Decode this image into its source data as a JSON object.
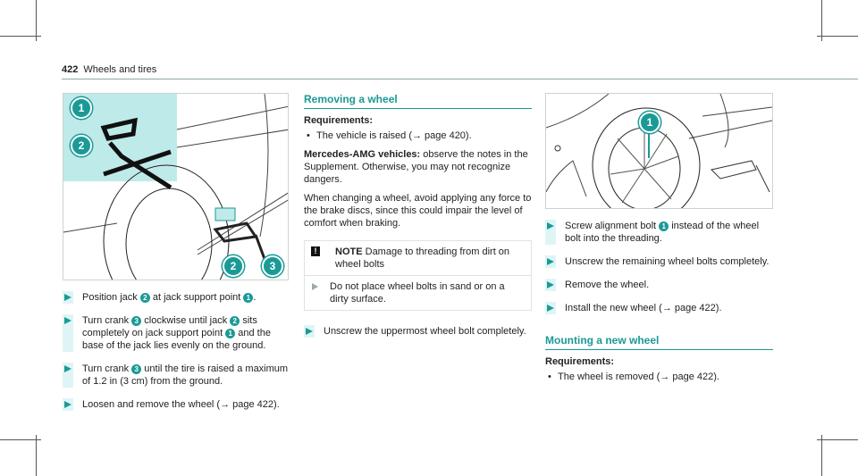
{
  "header": {
    "page_number": "422",
    "section": "Wheels and tires"
  },
  "left": {
    "figure_callouts": [
      "1",
      "2",
      "2",
      "3"
    ],
    "steps": [
      {
        "parts": [
          "Position jack ",
          "2",
          " at jack support point ",
          "1",
          "."
        ]
      },
      {
        "parts": [
          "Turn crank ",
          "3",
          " clockwise until jack ",
          "2",
          " sits completely on jack support point ",
          "1",
          " and the base of the jack lies evenly on the ground."
        ]
      },
      {
        "parts": [
          "Turn crank ",
          "3",
          " until the tire is raised a maximum of 1.2 in (3 cm) from the ground."
        ]
      },
      {
        "parts": [
          "Loosen and remove the wheel (→ page 422)."
        ]
      }
    ]
  },
  "middle": {
    "heading": "Removing a wheel",
    "requirements_label": "Requirements:",
    "requirement": "The vehicle is raised (→ page 420).",
    "amg_label": "Mercedes-AMG vehicles:",
    "amg_text": " observe the notes in the Supplement. Otherwise, you may not recognize dangers.",
    "para": "When changing a wheel, avoid applying any force to the brake discs, since this could impair the level of comfort when braking.",
    "note": {
      "icon": "!",
      "label": "NOTE",
      "title": " Damage to threading from dirt on wheel bolts",
      "instruction": "Do not place wheel bolts in sand or on a dirty surface."
    },
    "step": "Unscrew the uppermost wheel bolt completely."
  },
  "right": {
    "figure_callouts": [
      "1"
    ],
    "steps": [
      {
        "parts": [
          "Screw alignment bolt ",
          "1",
          " instead of the wheel bolt into the threading."
        ]
      },
      {
        "parts": [
          "Unscrew the remaining wheel bolts completely."
        ]
      },
      {
        "parts": [
          "Remove the wheel."
        ]
      },
      {
        "parts": [
          "Install the new wheel (→ page 422)."
        ]
      }
    ],
    "heading2": "Mounting a new wheel",
    "requirements_label": "Requirements:",
    "requirement": "The wheel is removed (→ page 422)."
  }
}
